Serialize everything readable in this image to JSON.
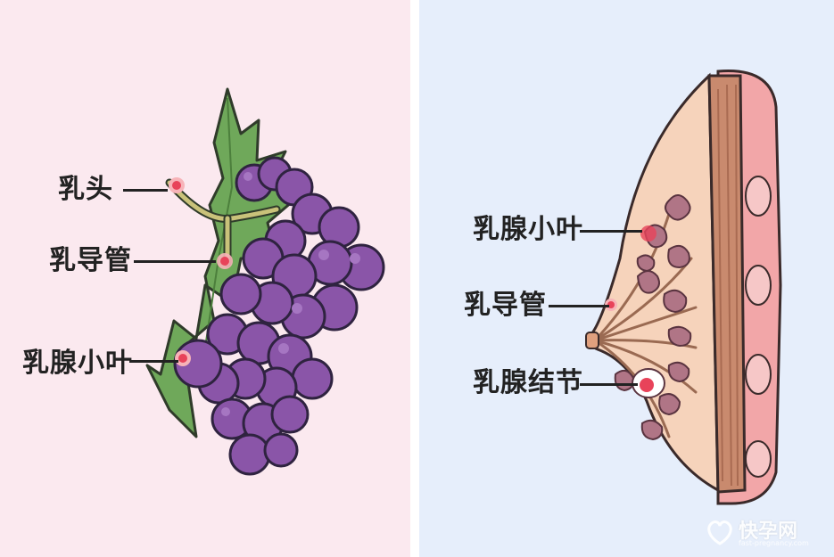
{
  "left": {
    "labels": {
      "nipple": "乳头",
      "duct": "乳导管",
      "lobule": "乳腺小叶"
    }
  },
  "right": {
    "labels": {
      "lobule": "乳腺小叶",
      "duct": "乳导管",
      "nodule": "乳腺结节"
    }
  },
  "watermark": {
    "name": "快孕网",
    "url": "fast-pregnancy.com"
  },
  "colors": {
    "left_bg": "#fbe9ef",
    "right_bg": "#e6eefb",
    "grape": "#8a55a8",
    "leaf": "#6fa85a",
    "highlight": "#e8435a"
  }
}
